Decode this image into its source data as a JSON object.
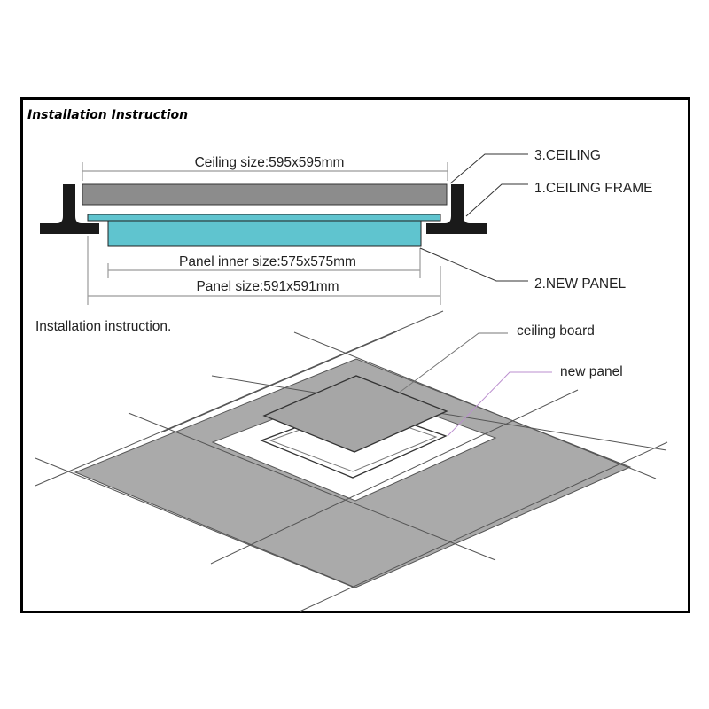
{
  "heading": "Installation Instruction",
  "cross_section": {
    "ceiling_size_label": "Ceiling size:595x595mm",
    "panel_inner_size_label": "Panel inner size:575x575mm",
    "panel_size_label": "Panel size:591x591mm",
    "callout_ceiling": "3.CEILING",
    "callout_ceiling_frame": "1.CEILING FRAME",
    "callout_new_panel": "2.NEW PANEL"
  },
  "isometric": {
    "subtitle": "Installation instruction.",
    "callout_ceiling_board": "ceiling board",
    "callout_new_panel": "new panel"
  },
  "colors": {
    "ceiling_board": "#8c8c8c",
    "panel_face": "#5fc4cf",
    "frame_profile": "#1a1a1a",
    "tile_fill": "#aaaaaa"
  }
}
